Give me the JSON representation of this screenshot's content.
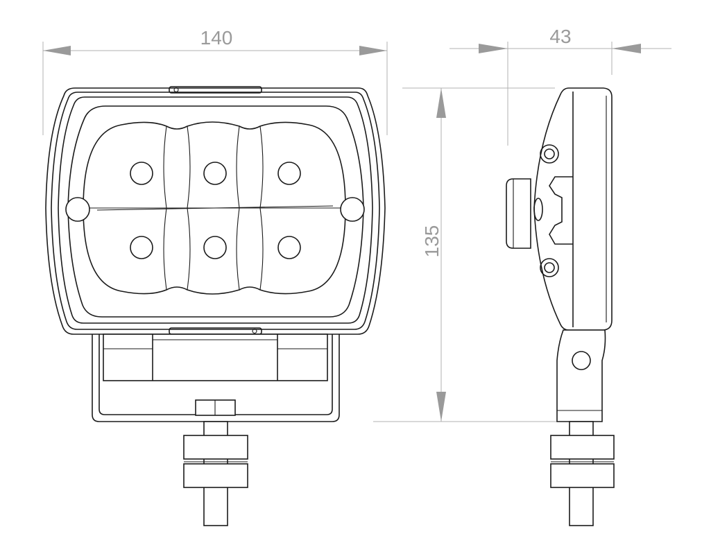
{
  "dimensions": {
    "width": "140",
    "depth": "43",
    "height": "135"
  },
  "colors": {
    "dimension": "#9a9a9a",
    "outline": "#1a1a1a",
    "background": "#ffffff"
  }
}
